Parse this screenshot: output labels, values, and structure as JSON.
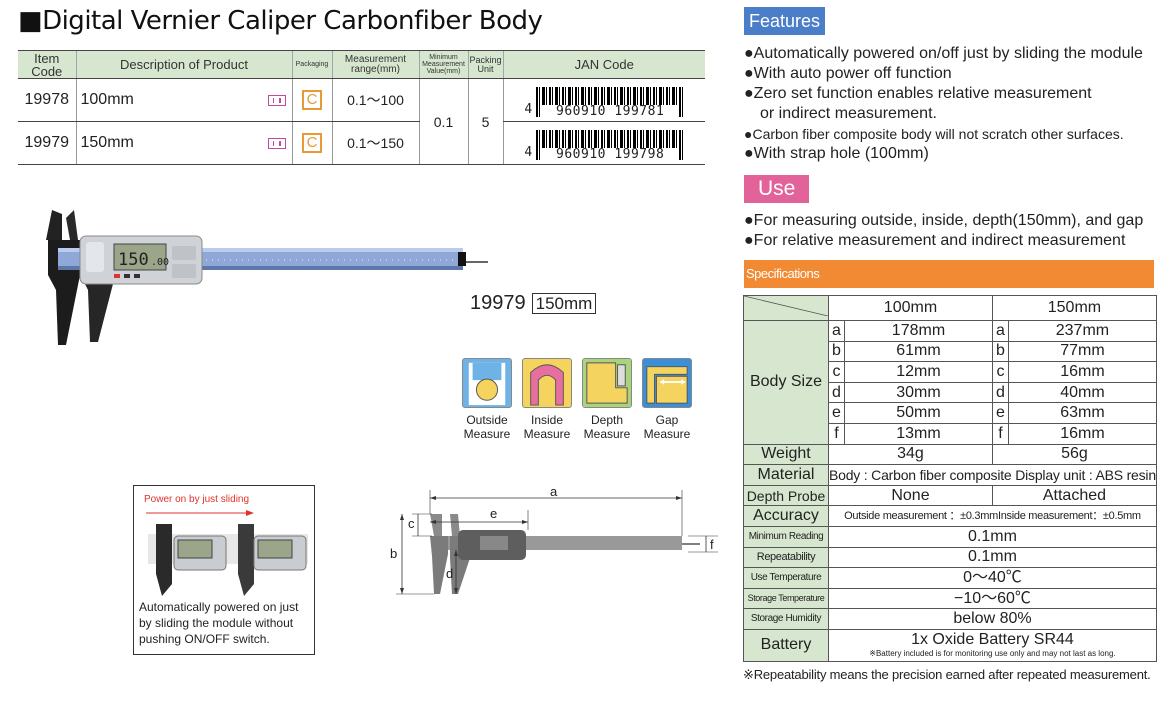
{
  "title": "■Digital Vernier Caliper Carbonfiber Body",
  "product_table": {
    "headers": {
      "item_code": "Item Code",
      "description": "Description of Product",
      "packaging": "Packaging",
      "range": "Measurement range(mm)",
      "min_value": "Minimum Measurement Value(mm)",
      "packing_unit": "Packing Unit",
      "jan": "JAN Code"
    },
    "rows": [
      {
        "code": "19978",
        "description": "100mm",
        "packaging": "C",
        "range": "0.1～100",
        "jan_lead": "4",
        "jan_digits": "960910 199781"
      },
      {
        "code": "19979",
        "description": "150mm",
        "packaging": "C",
        "range": "0.1～150",
        "jan_lead": "4",
        "jan_digits": "960910 199798"
      }
    ],
    "shared": {
      "min_value": "0.1",
      "packing_unit": "5"
    }
  },
  "model_label": {
    "code": "19979",
    "size": "150mm"
  },
  "measures": [
    {
      "line1": "Outside",
      "line2": "Measure"
    },
    {
      "line1": "Inside",
      "line2": "Measure"
    },
    {
      "line1": "Depth",
      "line2": "Measure"
    },
    {
      "line1": "Gap",
      "line2": "Measure"
    }
  ],
  "power_box": {
    "title": "Power on by just sliding",
    "text": "Automatically powered on just by sliding the module without pushing ON/OFF switch."
  },
  "dimension_labels": {
    "a": "a",
    "b": "b",
    "c": "c",
    "d": "d",
    "e": "e",
    "f": "f"
  },
  "features": {
    "tag": "Features",
    "items": [
      "●Automatically powered on/off just by sliding the module",
      "●With auto power off function",
      "●Zero set function enables relative measurement",
      "or indirect measurement.",
      "●Carbon fiber composite body will not scratch other surfaces.",
      "●With strap hole (100mm)"
    ]
  },
  "use": {
    "tag": "Use",
    "items": [
      "●For measuring outside, inside, depth(150mm), and gap",
      "●For relative measurement and indirect measurement"
    ]
  },
  "specs": {
    "tag": "Specifications",
    "col_100": "100mm",
    "col_150": "150mm",
    "body_size_label": "Body Size",
    "body_size": [
      {
        "k": "a",
        "v100": "178mm",
        "v150": "237mm"
      },
      {
        "k": "b",
        "v100": "61mm",
        "v150": "77mm"
      },
      {
        "k": "c",
        "v100": "12mm",
        "v150": "16mm"
      },
      {
        "k": "d",
        "v100": "30mm",
        "v150": "40mm"
      },
      {
        "k": "e",
        "v100": "50mm",
        "v150": "63mm"
      },
      {
        "k": "f",
        "v100": "13mm",
        "v150": "16mm"
      }
    ],
    "weight": {
      "label": "Weight",
      "v100": "34g",
      "v150": "56g"
    },
    "material": {
      "label": "Material",
      "value": "Body : Carbon fiber composite Display unit : ABS resin"
    },
    "depth_probe": {
      "label": "Depth Probe",
      "v100": "None",
      "v150": "Attached"
    },
    "accuracy": {
      "label": "Accuracy",
      "value": "Outside measurement ：±0.3mmInside measurement：±0.5mm"
    },
    "min_reading": {
      "label": "Minimum Reading",
      "value": "0.1mm"
    },
    "repeatability": {
      "label": "Repeatability",
      "value": "0.1mm"
    },
    "use_temp": {
      "label": "Use Temperature",
      "value": "0～40℃"
    },
    "storage_temp": {
      "label": "Storage Temperature",
      "value": "−10～60℃"
    },
    "storage_humidity": {
      "label": "Storage Humidity",
      "value": "below 80%"
    },
    "battery": {
      "label": "Battery",
      "value": "1x Oxide Battery SR44",
      "note": "※Battery included is for monitoring use only and may not last as long."
    }
  },
  "footnote": "※Repeatability means the precision earned after repeated measurement."
}
